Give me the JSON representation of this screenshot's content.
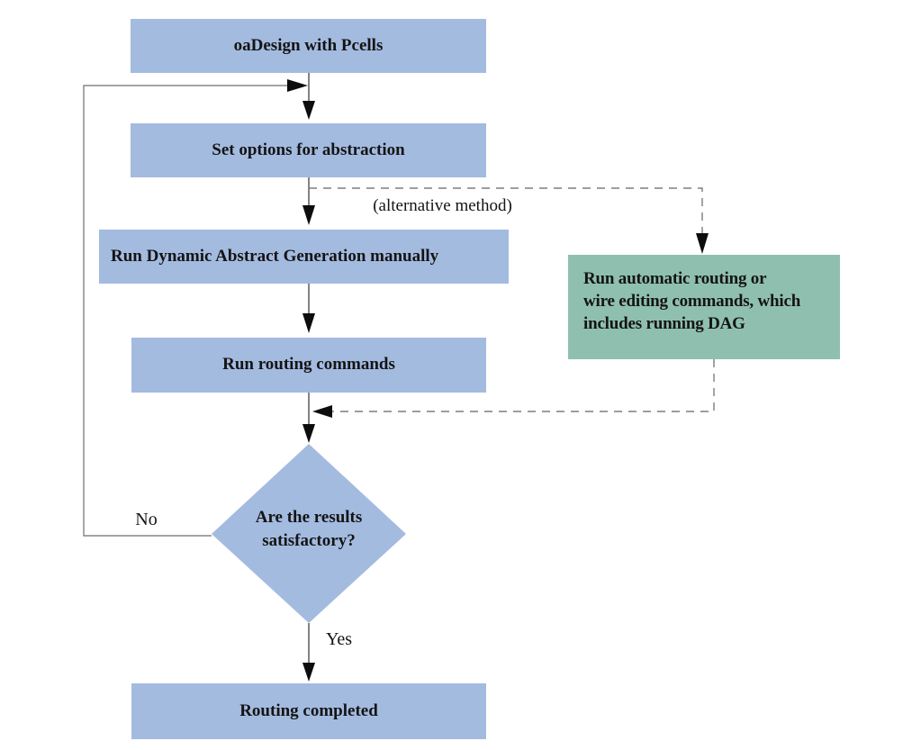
{
  "diagram": {
    "type": "flowchart",
    "description": "Dynamic Abstract Generation routing flow"
  },
  "colors": {
    "process_fill": "#a4bbe0",
    "alternative_fill": "#8fc0af",
    "solid_line": "#404040",
    "dashed_line": "#7d7d7d",
    "arrowhead": "#0d0d0d",
    "text": "#141414",
    "background": "#ffffff"
  },
  "nodes": {
    "oadesign": {
      "label": "oaDesign with Pcells"
    },
    "set_options": {
      "label": "Set options for abstraction"
    },
    "run_dag": {
      "label": "Run Dynamic Abstract Generation manually"
    },
    "run_routing": {
      "label": "Run routing commands"
    },
    "run_auto": {
      "lines": [
        "Run automatic routing or",
        "wire editing commands, which",
        "includes running DAG"
      ]
    },
    "decision": {
      "lines": [
        "Are the results",
        "satisfactory?"
      ]
    },
    "completed": {
      "label": "Routing completed"
    }
  },
  "edge_labels": {
    "alternative": "(alternative method)",
    "no": "No",
    "yes": "Yes"
  }
}
